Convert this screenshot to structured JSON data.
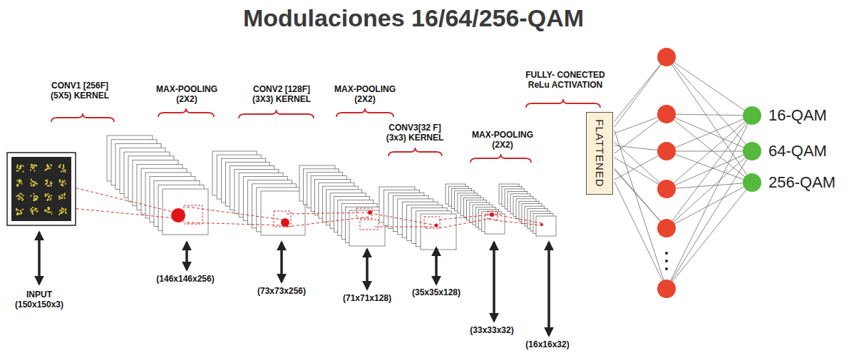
{
  "diagram": {
    "title": "Modulaciones 16/64/256-QAM",
    "nodes": [
      {
        "text": [
          "FLATTENED"
        ]
      },
      {
        "text": [
          "16-QAM"
        ]
      },
      {
        "text": [
          "64-QAM"
        ]
      },
      {
        "text": [
          "256-QAM"
        ]
      }
    ],
    "labels": [
      "CONV1 [256F] (5X5) KERNEL",
      "MAX-POOLING (2X2)",
      "CONV2 [128F] (3X3) KERNEL",
      "MAX-POOLING (2X2)",
      "CONV3[32 F] (3x3) KERNEL",
      "MAX-POOLING (2X2)",
      "FULLY- CONECTED ReLu ACTIVATION",
      "INPUT (150x150x3)",
      "(146x146x256)",
      "(73x73x256)",
      "(71x71x128)",
      "(35x35x128)",
      "(33x33x32)",
      "(16x16x32)"
    ]
  }
}
